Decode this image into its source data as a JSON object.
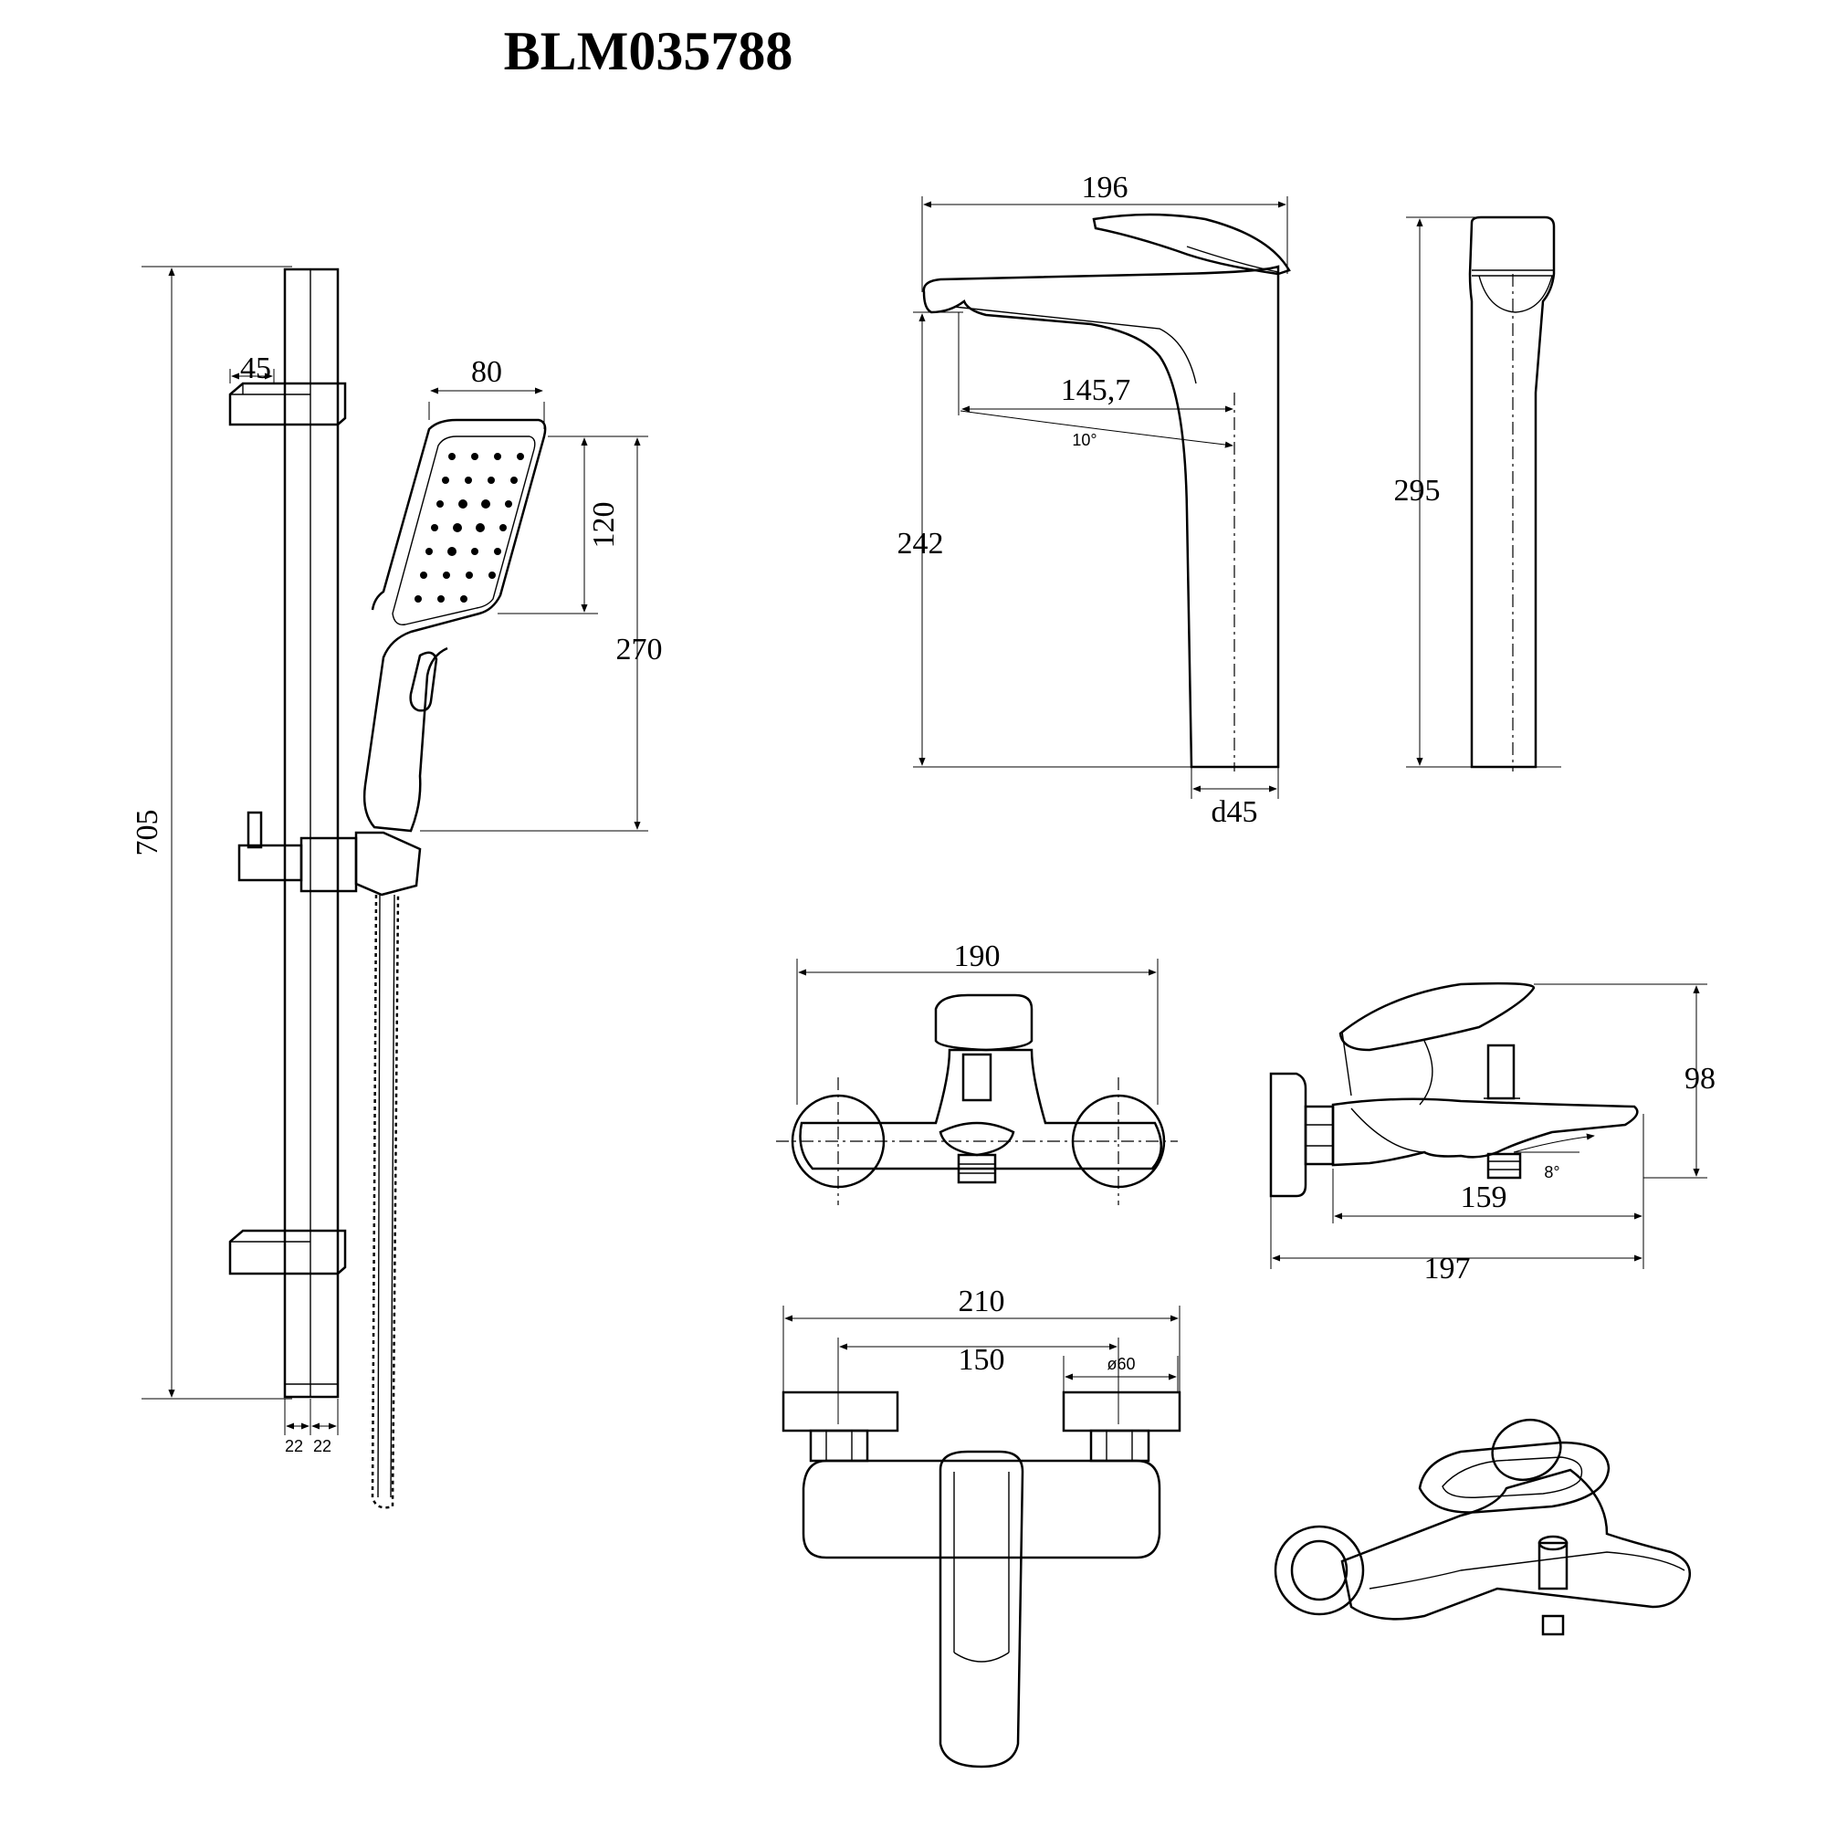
{
  "title": "BLM035788",
  "shower_set": {
    "rail_height": "705",
    "bracket_width": "45",
    "head_width": "80",
    "head_face_height": "120",
    "handshower_length": "270",
    "rail_section_a": "22",
    "rail_section_b": "22"
  },
  "basin_mixer_front": {
    "overall_width": "196",
    "spout_reach": "145,7",
    "spout_angle": "10°",
    "spout_height": "242",
    "base_diameter": "d45"
  },
  "basin_mixer_side": {
    "overall_height": "295"
  },
  "bath_mixer_front": {
    "width": "190"
  },
  "bath_mixer_side": {
    "height": "98",
    "outlet_angle": "8°",
    "spout_projection": "159",
    "overall_depth": "197"
  },
  "bath_mixer_top": {
    "overall_width": "210",
    "centres": "150",
    "escutcheon_diameter": "ø60"
  }
}
